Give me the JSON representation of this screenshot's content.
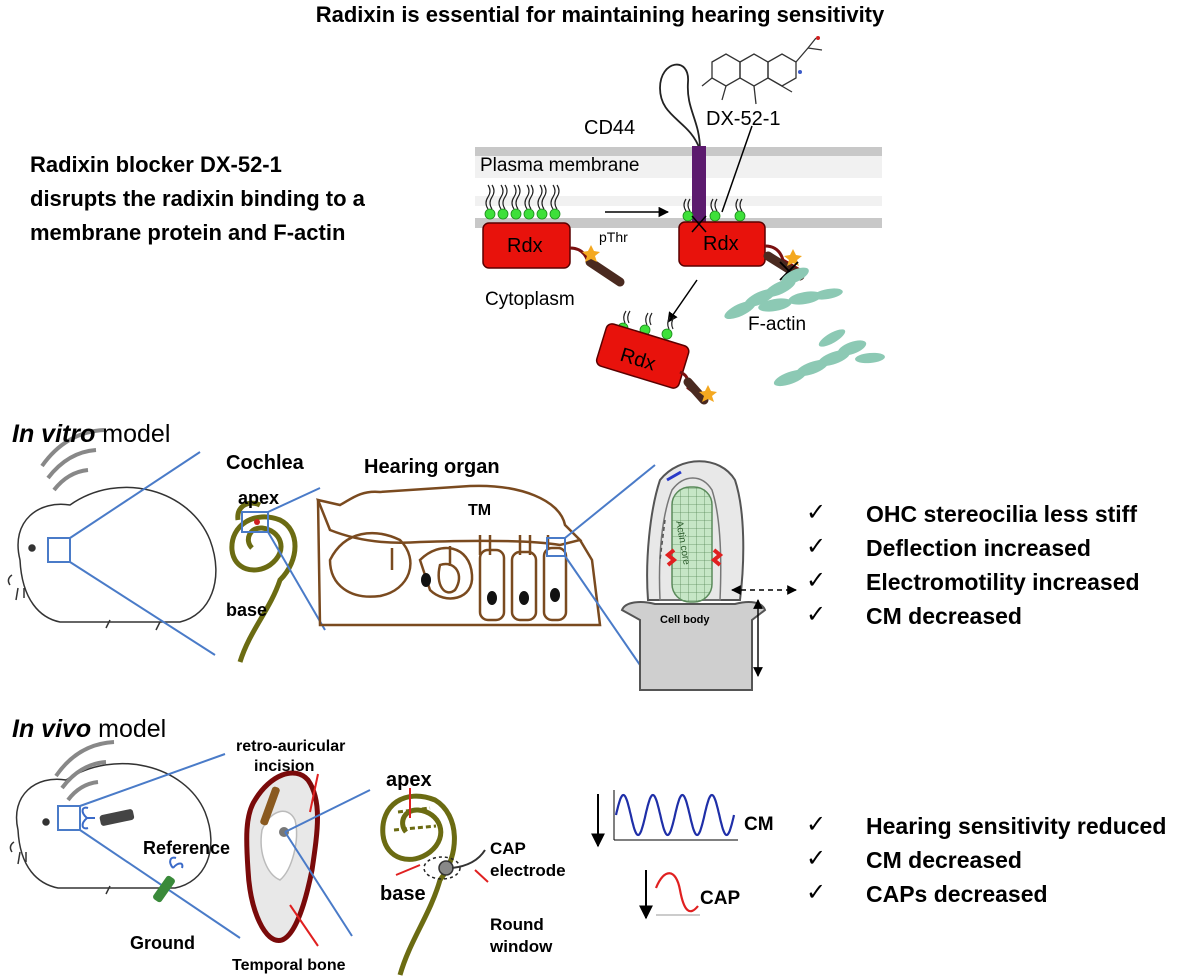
{
  "title": "Radixin is essential for maintaining hearing sensitivity",
  "intro": {
    "lines": [
      "Radixin blocker DX-52-1",
      "disrupts the radixin binding to a",
      "membrane protein and F-actin"
    ]
  },
  "mechanism": {
    "cd44": "CD44",
    "dx521": "DX-52-1",
    "plasma_membrane": "Plasma membrane",
    "rdx": "Rdx",
    "pthr": "pThr",
    "cytoplasm": "Cytoplasm",
    "factin": "F-actin"
  },
  "in_vitro": {
    "heading_italic": "In vitro",
    "heading_rest": " model",
    "cochlea": "Cochlea",
    "apex": "apex",
    "base": "base",
    "hearing_organ": "Hearing organ",
    "tm": "TM",
    "actin_core": "Actin core",
    "cell_body": "Cell body",
    "checkmark": "✓",
    "results": [
      "OHC stereocilia less stiff",
      "Deflection increased",
      "Electromotility increased",
      "CM decreased"
    ]
  },
  "in_vivo": {
    "heading_italic": "In vivo",
    "heading_rest": " model",
    "reference": "Reference",
    "ground": "Ground",
    "incision": [
      "retro-auricular",
      "incision"
    ],
    "temporal_bone": "Temporal bone",
    "apex": "apex",
    "base": "base",
    "cap_electrode": [
      "CAP",
      "electrode"
    ],
    "round_window": [
      "Round",
      "window"
    ],
    "cm": "CM",
    "cap": "CAP",
    "checkmark": "✓",
    "results": [
      "Hearing sensitivity reduced",
      "CM decreased",
      "CAPs decreased"
    ]
  },
  "colors": {
    "rdx": "#e8120c",
    "membrane": "#cfcfcf",
    "cd44": "#5c1a6e",
    "lipid_head": "#3ee03a",
    "tissue": "#7a4a1f",
    "cochlea": "#6b6b12",
    "zoom": "#4a7bc8",
    "factin": "#8cc9b4",
    "wave": "#1f2fa8",
    "cap_wave": "#e02020"
  }
}
